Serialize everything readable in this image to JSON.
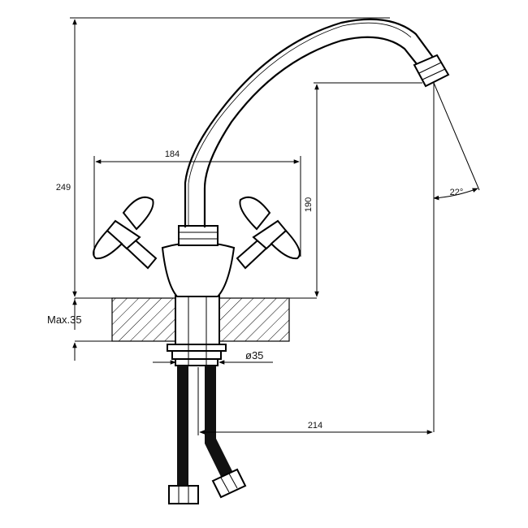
{
  "dimensions": {
    "height_total": "249",
    "handle_span": "184",
    "spout_height": "190",
    "spout_angle": "22°",
    "counter_thickness": "Max.35",
    "mount_diameter": "ø35",
    "spout_reach": "214"
  },
  "colors": {
    "line": "#000000",
    "background": "#ffffff"
  }
}
